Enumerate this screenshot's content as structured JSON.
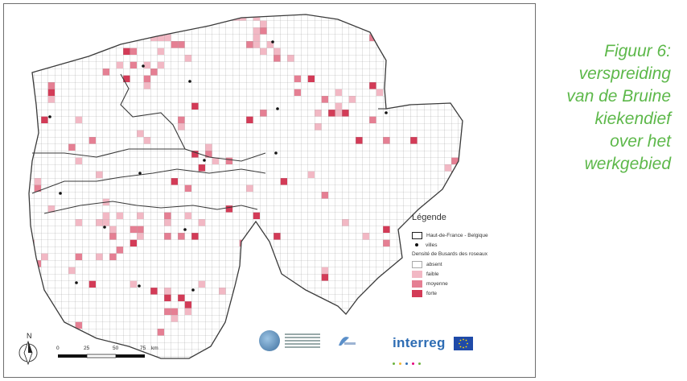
{
  "caption": {
    "lines": [
      "Figuur 6:",
      "verspreiding",
      "van de Bruine",
      "kiekendief",
      "over het",
      "werkgebied"
    ],
    "color": "#5db84a"
  },
  "legend": {
    "title": "Légende",
    "boundary_label": "Haut-de-France - Belgique",
    "cities_label": "villes",
    "density_title": "Densité de Busards des roseaux",
    "classes": [
      {
        "label": "absent",
        "color": "#ffffff"
      },
      {
        "label": "faible",
        "color": "#f2b8c4"
      },
      {
        "label": "moyenne",
        "color": "#e57f93"
      },
      {
        "label": "forte",
        "color": "#d33b57"
      }
    ]
  },
  "scale_bar": {
    "ticks": [
      "0",
      "25",
      "50",
      "75"
    ],
    "unit": "km"
  },
  "north_arrow": {
    "label": "N"
  },
  "logos": {
    "interreg": "interreg"
  },
  "colors": {
    "grid": "#a9a9a9",
    "boundary": "#3a3a3a",
    "faible": "#f2b8c4",
    "moyenne": "#e57f93",
    "forte": "#d33b57"
  }
}
